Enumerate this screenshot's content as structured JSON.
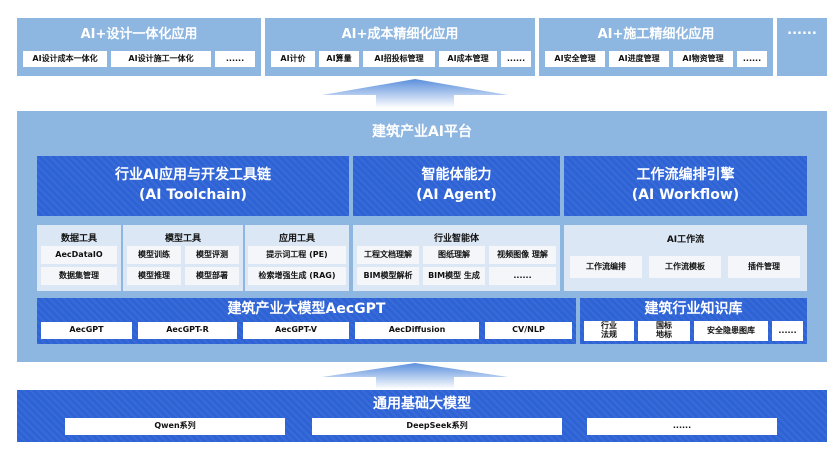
{
  "top": [
    {
      "title": "AI+设计一体化应用",
      "items": [
        "AI设计成本一体化",
        "AI设计施工一体化",
        "......"
      ]
    },
    {
      "title": "AI+成本精细化应用",
      "items": [
        "AI计价",
        "AI算量",
        "AI招投标管理",
        "AI成本管理",
        "......"
      ]
    },
    {
      "title": "AI+施工精细化应用",
      "items": [
        "AI安全管理",
        "AI进度管理",
        "AI物资管理",
        "......"
      ]
    },
    {
      "title": "......"
    }
  ],
  "platform": {
    "title": "建筑产业AI平台",
    "toolchain": {
      "title": "行业AI应用与开发工具链",
      "subtitle": "(AI Toolchain)"
    },
    "agent": {
      "title": "智能体能力",
      "subtitle": "(AI Agent)"
    },
    "workflow": {
      "title": "工作流编排引擎",
      "subtitle": "(AI Workflow)"
    },
    "data_tools": {
      "title": "数据工具",
      "items": [
        "AecDataIO",
        "数据集管理"
      ]
    },
    "model_tools": {
      "title": "模型工具",
      "items": [
        "模型训练",
        "模型评测",
        "模型推理",
        "模型部署"
      ]
    },
    "app_tools": {
      "title": "应用工具",
      "items": [
        "提示词工程 (PE)",
        "检索增强生成 (RAG)"
      ]
    },
    "industry_agent": {
      "title": "行业智能体",
      "items": [
        "工程文档理解",
        "图纸理解",
        "视频图像 理解",
        "BIM模型解析",
        "BIM模型 生成",
        "......"
      ]
    },
    "ai_workflow": {
      "title": "AI工作流",
      "items": [
        "工作流编排",
        "工作流模板",
        "插件管理"
      ]
    },
    "aecgpt": {
      "title": "建筑产业大模型AecGPT",
      "items": [
        "AecGPT",
        "AecGPT-R",
        "AecGPT-V",
        "AecDiffusion",
        "CV/NLP"
      ]
    },
    "kb": {
      "title": "建筑行业知识库",
      "items": [
        "行业\n法规",
        "国标\n地标",
        "安全隐患图库",
        "......"
      ]
    }
  },
  "base": {
    "title": "通用基础大模型",
    "items": [
      "Qwen系列",
      "DeepSeek系列",
      "......"
    ]
  },
  "colors": {
    "light": "#8db6e1",
    "blue": "#2e63d6",
    "panel": "#dce7f5"
  }
}
